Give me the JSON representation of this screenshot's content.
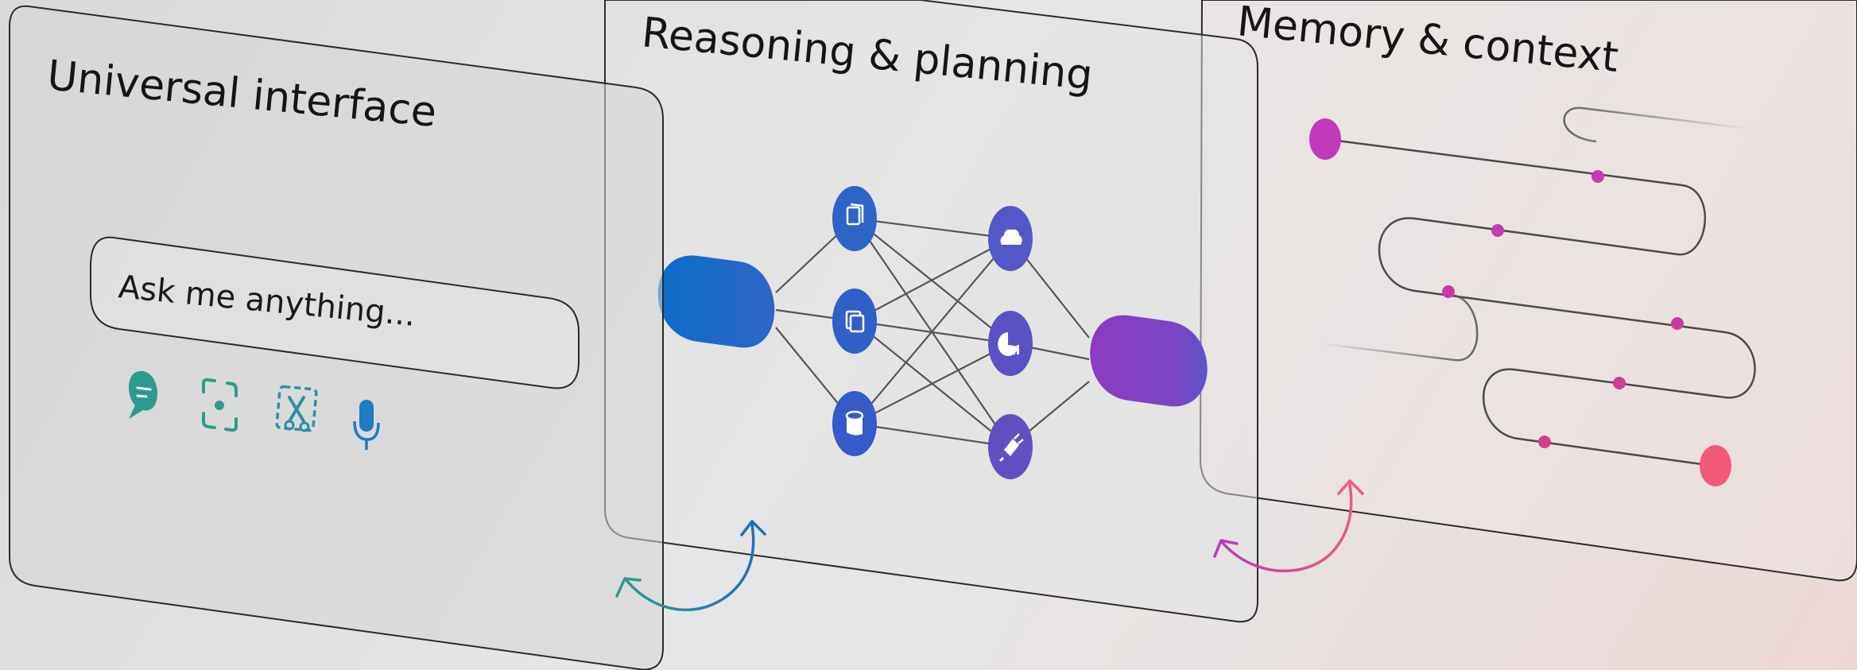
{
  "panels": {
    "interface": {
      "title": "Universal interface",
      "search_placeholder": "Ask me anything..."
    },
    "reasoning": {
      "title": "Reasoning & planning"
    },
    "memory": {
      "title": "Memory & context"
    }
  },
  "icons": {
    "interface_tools": [
      "chat-bubble-icon",
      "scan-icon",
      "screenshot-snip-icon",
      "microphone-icon"
    ],
    "network_layer_1": [
      "documents-icon",
      "layers-icon",
      "database-icon"
    ],
    "network_layer_2": [
      "cloud-icon",
      "report-chart-icon",
      "plugin-icon"
    ]
  },
  "colors": {
    "teal": "#2e9a8f",
    "blue": "#2f64c6",
    "indigo": "#5a52c4",
    "purple": "#8b3fc0",
    "magenta": "#c03aa8",
    "pink": "#f05a78"
  }
}
